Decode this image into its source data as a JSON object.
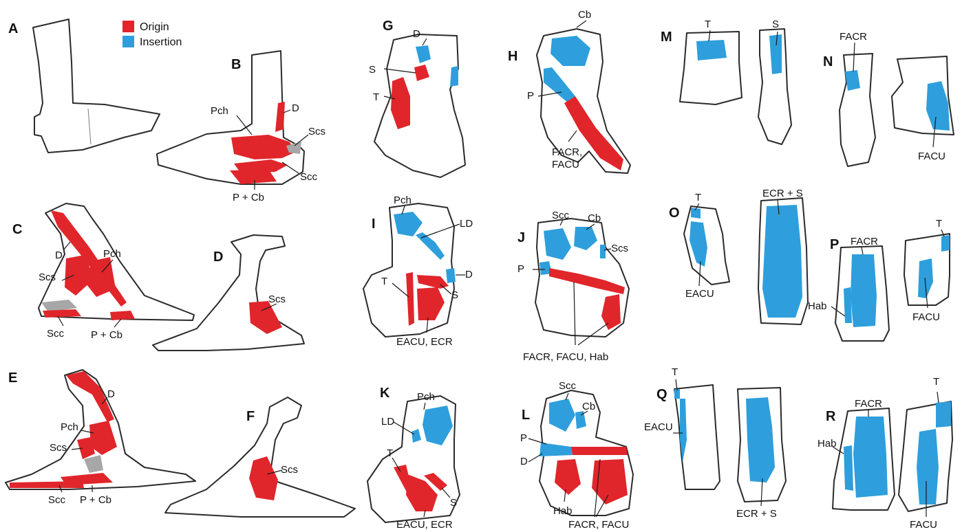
{
  "legend": {
    "origin_label": "Origin",
    "insertion_label": "Insertion",
    "origin_color": "#e0262b",
    "insertion_color": "#2e9fdc",
    "other_color": "#a7a7a7"
  },
  "panels": {
    "A": {
      "letter": "A",
      "labels": []
    },
    "B": {
      "letter": "B",
      "labels": [
        "D",
        "Pch",
        "Scs",
        "Scc",
        "P + Cb"
      ]
    },
    "C": {
      "letter": "C",
      "labels": [
        "D",
        "Pch",
        "Scs",
        "Scc",
        "P + Cb"
      ]
    },
    "D": {
      "letter": "D",
      "labels": [
        "Scs"
      ]
    },
    "E": {
      "letter": "E",
      "labels": [
        "D",
        "Pch",
        "Scs",
        "Scc",
        "P + Cb"
      ]
    },
    "F": {
      "letter": "F",
      "labels": [
        "Scs"
      ]
    },
    "G": {
      "letter": "G",
      "labels": [
        "D",
        "S",
        "T"
      ]
    },
    "H": {
      "letter": "H",
      "labels": [
        "Cb",
        "P",
        "FACR,",
        "FACU"
      ]
    },
    "I": {
      "letter": "I",
      "labels": [
        "Pch",
        "LD",
        "T",
        "D",
        "S",
        "EACU, ECR"
      ]
    },
    "J": {
      "letter": "J",
      "labels": [
        "Scc",
        "Cb",
        "Scs",
        "P",
        "FACR, FACU, Hab"
      ]
    },
    "K": {
      "letter": "K",
      "labels": [
        "Pch",
        "LD",
        "T",
        "S",
        "EACU, ECR"
      ]
    },
    "L": {
      "letter": "L",
      "labels": [
        "Scc",
        "Cb",
        "P",
        "D",
        "Hab",
        "FACR, FACU"
      ]
    },
    "M": {
      "letter": "M",
      "labels": [
        "T",
        "S"
      ]
    },
    "N": {
      "letter": "N",
      "labels": [
        "FACR",
        "FACU"
      ]
    },
    "O": {
      "letter": "O",
      "labels": [
        "T",
        "EACU",
        "ECR + S"
      ]
    },
    "P": {
      "letter": "P",
      "labels": [
        "FACR",
        "T",
        "Hab",
        "FACU"
      ]
    },
    "Q": {
      "letter": "Q",
      "labels": [
        "T",
        "EACU",
        "ECR + S"
      ]
    },
    "R": {
      "letter": "R",
      "labels": [
        "FACR",
        "T",
        "Hab",
        "FACU"
      ]
    }
  }
}
